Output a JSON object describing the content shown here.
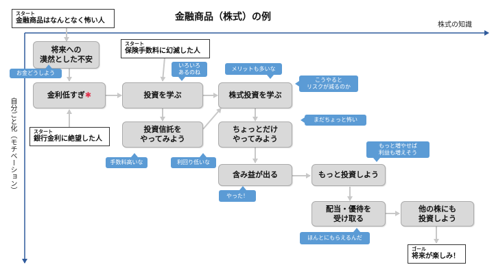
{
  "title": "金融商品（株式）の例",
  "axes": {
    "x_label": "株式の知識",
    "y_label": "自分ごと化（モチベーション）"
  },
  "colors": {
    "axis": "#2f5a9b",
    "bubble": "#5b9bd5",
    "box": "#d9d9d9",
    "connector": "#c8c8c8",
    "sparkle": "#e0314b"
  },
  "starts": [
    {
      "tag": "スタート",
      "text": "金融商品はなんとなく怖い人"
    },
    {
      "tag": "スタート",
      "text": "保険手数料に幻滅した人"
    },
    {
      "tag": "スタート",
      "text": "銀行金利に絶望した人"
    }
  ],
  "goal": {
    "tag": "ゴール",
    "text": "将来が楽しみ！"
  },
  "steps": {
    "anxiety": [
      "将来への",
      "漠然とした不安"
    ],
    "low_rate": "金利低すぎ",
    "low_rate_icon": "sparkle-icon",
    "learn_invest": "投資を学ぶ",
    "trust": [
      "投資信託を",
      "やってみよう"
    ],
    "learn_stock": "株式投資を学ぶ",
    "try_little": [
      "ちょっとだけ",
      "やってみよう"
    ],
    "profit": "含み益が出る",
    "invest_more": "もっと投資しよう",
    "dividend": [
      "配当・優待を",
      "受け取る"
    ],
    "other_stocks": [
      "他の株にも",
      "投資しよう"
    ]
  },
  "bubbles": {
    "save_money": "お金どうしよう",
    "various": [
      "いろいろ",
      "あるのね"
    ],
    "merits": "メリットも多いな",
    "reduce_risk": [
      "こうやると",
      "リスクが減るのか"
    ],
    "still_scary": "まだちょっと怖い",
    "fee_high": "手数料高いな",
    "yield_low": "利回り低いな",
    "did_it": "やった！",
    "increase": [
      "もっと増やせば",
      "利益も増えそう"
    ],
    "really": "ほんとにもらえるんだ"
  }
}
